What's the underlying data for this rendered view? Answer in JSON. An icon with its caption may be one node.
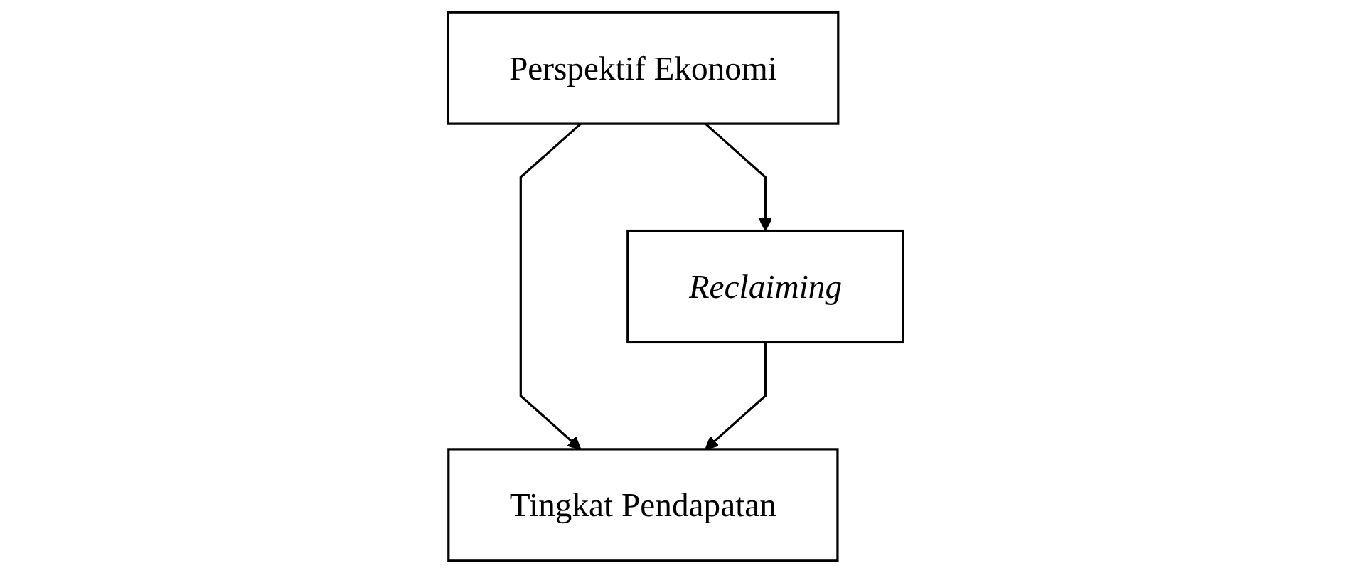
{
  "diagram": {
    "nodes": [
      {
        "text": [
          "Perspektif Ekonomi"
        ]
      },
      {
        "text": [
          "Reclaiming"
        ]
      },
      {
        "text": [
          "Tingkat Pendapatan"
        ]
      }
    ],
    "edges": [
      {
        "from": 0,
        "to": 1,
        "arrow": "to"
      },
      {
        "from": 0,
        "to": 2,
        "arrow": "to"
      },
      {
        "from": 1,
        "to": 2,
        "arrow": "to"
      }
    ]
  }
}
